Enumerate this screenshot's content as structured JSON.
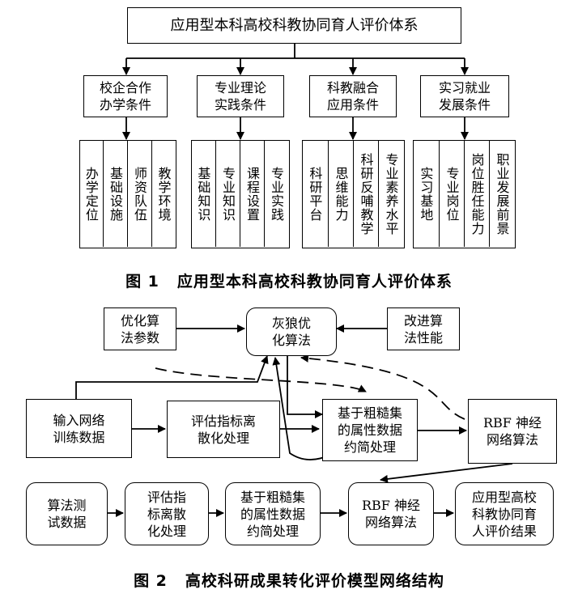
{
  "figure1": {
    "root": "应用型本科高校科教协同育人评价体系",
    "categories": [
      {
        "label": "校企合作\n办学条件",
        "items": [
          "办学定位",
          "基础设施",
          "师资队伍",
          "教学环境"
        ]
      },
      {
        "label": "专业理论\n实践条件",
        "items": [
          "基础知识",
          "专业知识",
          "课程设置",
          "专业实践"
        ]
      },
      {
        "label": "科教融合\n应用条件",
        "items": [
          "科研平台",
          "思维能力",
          "科研反哺教学",
          "专业素养水平"
        ]
      },
      {
        "label": "实习就业\n发展条件",
        "items": [
          "实习基地",
          "专业岗位",
          "岗位胜任能力",
          "职业发展前景"
        ]
      }
    ],
    "caption_num": "图 1",
    "caption_text": "应用型本科高校科教协同育人评价体系"
  },
  "figure2": {
    "top": {
      "opt_params": "优化算\n法参数",
      "gwo": "灰狼优\n化算法",
      "improve": "改进算\n法性能"
    },
    "row1": [
      "输入网络\n训练数据",
      "评估指标离\n散化处理",
      "基于粗糙集\n的属性数据\n约简处理",
      "RBF 神经\n网络算法"
    ],
    "row2": [
      "算法测\n试数据",
      "评估指\n标离散\n化处理",
      "基于粗糙集\n的属性数据\n约简处理",
      "RBF 神经\n网络算法",
      "应用型高校\n科教协同育\n人评价结果"
    ],
    "caption_num": "图 2",
    "caption_text": "高校科研成果转化评价模型网络结构"
  }
}
